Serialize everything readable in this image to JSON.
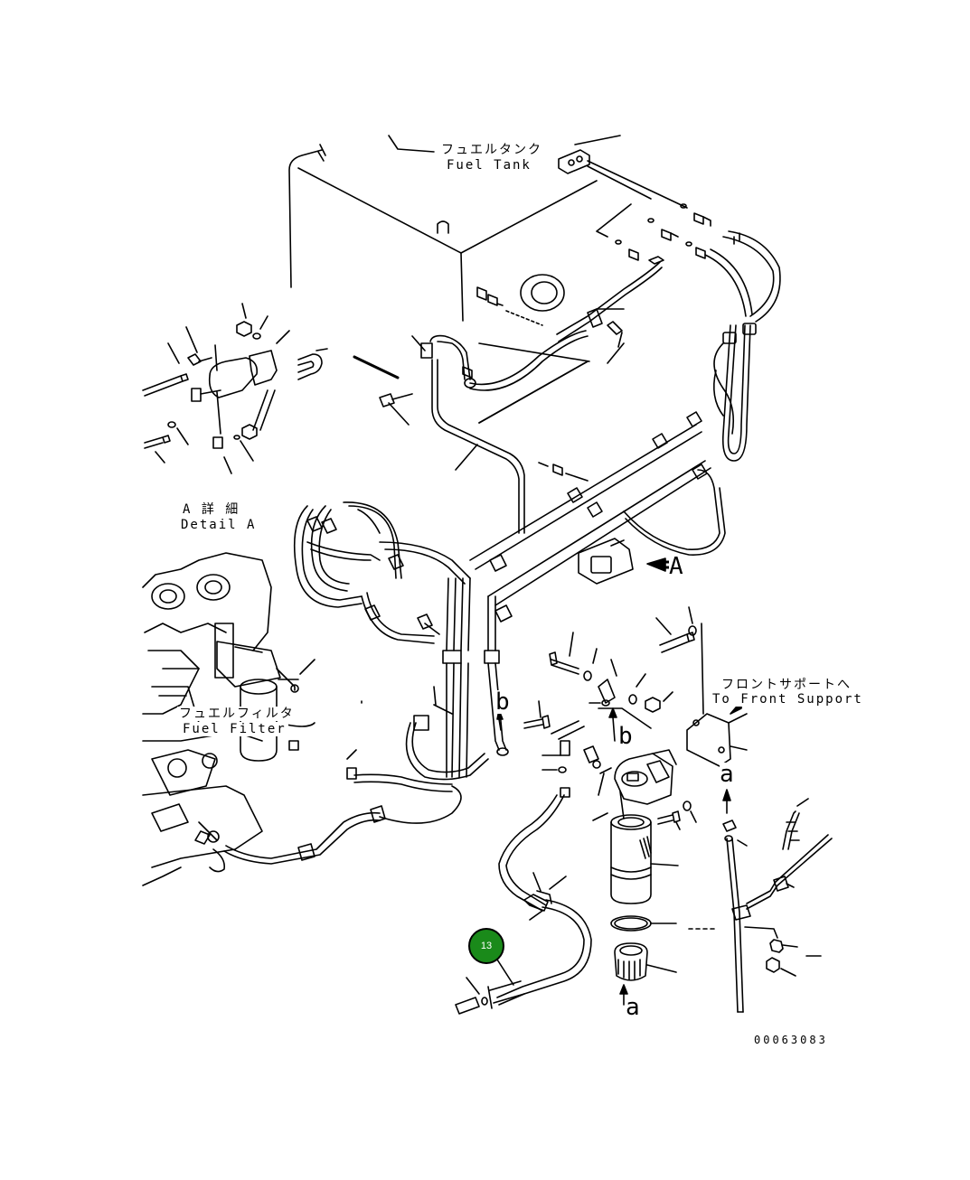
{
  "labels": {
    "fuel_tank_jp": "フュエルタンク",
    "fuel_tank_en": "Fuel Tank",
    "detail_jp": "A 詳 細",
    "detail_en": "Detail A",
    "fuel_filter_jp": "フュエルフィルタ",
    "fuel_filter_en": "Fuel Filter",
    "front_support_jp": "フロントサポートへ",
    "front_support_en": "To Front Support"
  },
  "view_refs": {
    "A": "A",
    "b_upper": "b",
    "b_lower": "b",
    "a_upper": "a",
    "a_lower": "a"
  },
  "callout": {
    "number": "13",
    "color": "#1a8a1a"
  },
  "document_number": "00063083",
  "colors": {
    "line": "#000000",
    "background": "#ffffff",
    "callout_fill": "#1a8a1a"
  }
}
